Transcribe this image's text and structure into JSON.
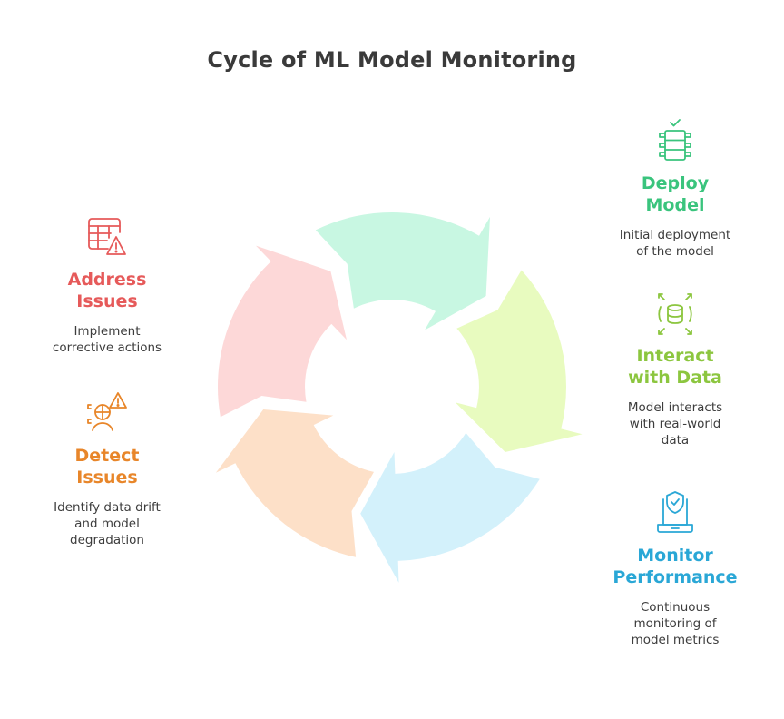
{
  "title": "Cycle of ML Model Monitoring",
  "colors": {
    "deploy": "#3ac47d",
    "interact": "#8cc63f",
    "monitor": "#2aa7d6",
    "detect": "#e8862a",
    "address": "#e65a5a",
    "segment_deploy": "#c8f7e2",
    "segment_interact": "#e8fbbf",
    "segment_monitor": "#d3f1fb",
    "segment_detect": "#fde0c8",
    "segment_address": "#fdd8d8"
  },
  "stages": {
    "deploy": {
      "title_lines": [
        "Deploy",
        "Model"
      ],
      "desc_lines": [
        "Initial deployment",
        "of the model"
      ],
      "icon": "server-rack-check-icon"
    },
    "interact": {
      "title_lines": [
        "Interact",
        "with Data"
      ],
      "desc_lines": [
        "Model interacts",
        "with real-world",
        "data"
      ],
      "icon": "database-expand-icon"
    },
    "monitor": {
      "title_lines": [
        "Monitor",
        "Performance"
      ],
      "desc_lines": [
        "Continuous",
        "monitoring of",
        "model metrics"
      ],
      "icon": "laptop-shield-icon"
    },
    "detect": {
      "title_lines": [
        "Detect",
        "Issues"
      ],
      "desc_lines": [
        "Identify data drift",
        "and model",
        "degradation"
      ],
      "icon": "chart-user-warning-icon"
    },
    "address": {
      "title_lines": [
        "Address",
        "Issues"
      ],
      "desc_lines": [
        "Implement",
        "corrective actions"
      ],
      "icon": "table-warning-icon"
    }
  }
}
